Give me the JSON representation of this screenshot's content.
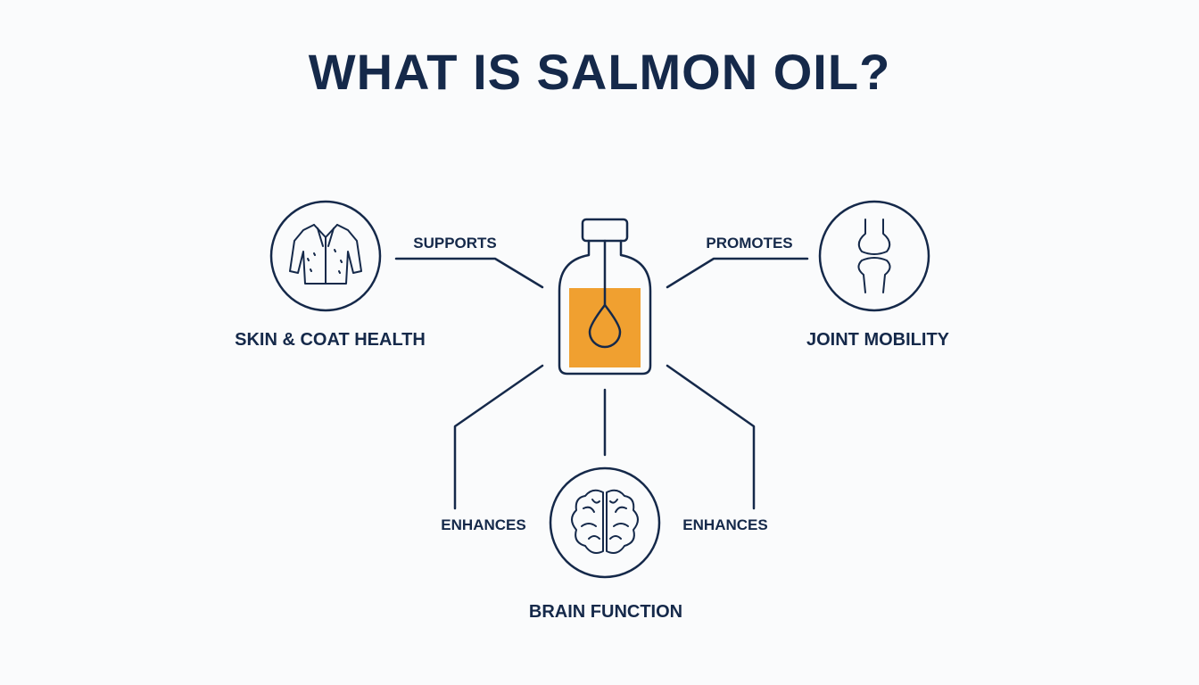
{
  "title": "WHAT IS SALMON OIL?",
  "center": {
    "icon": "oil-bottle-icon",
    "oil_color": "#f0a030"
  },
  "colors": {
    "ink": "#15294a",
    "background": "#fafbfc"
  },
  "nodes": [
    {
      "id": "skin",
      "label": "SKIN & COAT HEALTH",
      "icon": "jacket-icon",
      "link_label": "SUPPORTS"
    },
    {
      "id": "joint",
      "label": "JOINT MOBILITY",
      "icon": "knee-joint-icon",
      "link_label": "PROMOTES"
    },
    {
      "id": "brain",
      "label": "BRAIN FUNCTION",
      "icon": "brain-icon",
      "link_labels": [
        "ENHANCES",
        "ENHANCES"
      ]
    }
  ]
}
